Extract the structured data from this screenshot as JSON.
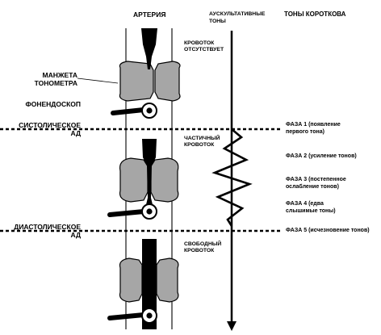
{
  "headers": {
    "artery": "АРТЕРИЯ",
    "auscultatory_line1": "АУСКУЛЬТАТИВНЫЕ",
    "auscultatory_line2": "ТОНЫ",
    "korotkov": "ТОНЫ КОРОТКОВА"
  },
  "left_labels": {
    "cuff_line1": "МАНЖЕТА",
    "cuff_line2": "ТОНОМЕТРА",
    "phonendoscope": "ФОНЕНДОСКОП",
    "systolic_line1": "СИСТОЛИЧЕСКОЕ",
    "systolic_line2": "АД",
    "diastolic_line1": "ДИАСТОЛИЧЕСКОЕ",
    "diastolic_line2": "АД"
  },
  "flow_labels": {
    "absent_line1": "КРОВОТОК",
    "absent_line2": "ОТСУТСТВУЕТ",
    "partial_line1": "ЧАСТИЧНЫЙ",
    "partial_line2": "КРОВОТОК",
    "free_line1": "СВОБОДНЫЙ",
    "free_line2": "КРОВОТОК"
  },
  "phases": [
    {
      "title": "ФАЗА 1",
      "line1": " (появление",
      "line2": "первого тона)"
    },
    {
      "title": "ФАЗА 2",
      "line1": " (усиление тонов)",
      "line2": ""
    },
    {
      "title": "ФАЗА 3",
      "line1": " (постепенное",
      "line2": "ослабление тонов)"
    },
    {
      "title": "ФАЗА 4",
      "line1": " (едва",
      "line2": "слышимые тоны)"
    },
    {
      "title": "ФАЗА 5",
      "line1": " (исчезновение тонов)",
      "line2": ""
    }
  ],
  "colors": {
    "cuff": "#a6a6a6",
    "artery": "#000000",
    "background": "#ffffff"
  }
}
